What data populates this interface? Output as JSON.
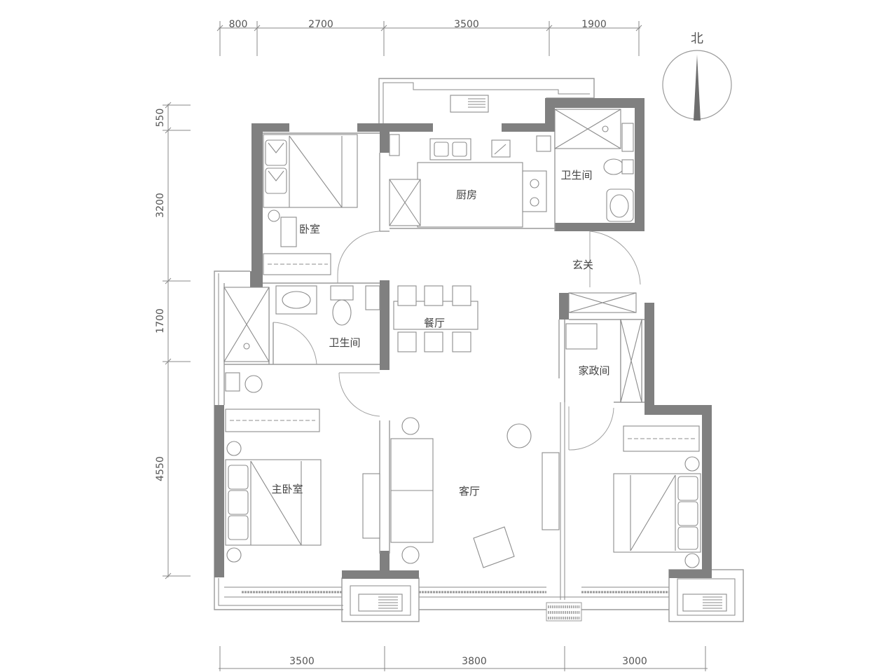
{
  "dimensions": {
    "top": [
      "800",
      "2700",
      "3500",
      "1900"
    ],
    "left": [
      "550",
      "3200",
      "1700",
      "4550"
    ],
    "bottom": [
      "3500",
      "3800",
      "3000"
    ]
  },
  "compass": {
    "label": "北"
  },
  "rooms": {
    "bedroom": "卧室",
    "kitchen": "厨房",
    "bathroom_north": "卫生间",
    "entrance": "玄关",
    "dining": "餐厅",
    "bathroom_middle": "卫生间",
    "housekeeping": "家政间",
    "master_bedroom": "主卧室",
    "living_room": "客厅"
  },
  "colors": {
    "wall": "#808080",
    "line": "#8a8a8a",
    "text": "#444444"
  }
}
